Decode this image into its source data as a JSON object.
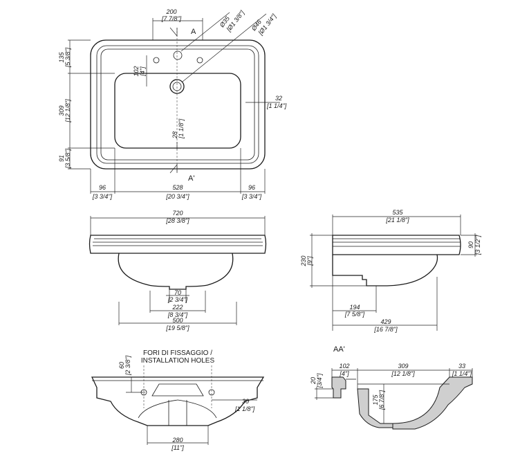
{
  "top_view": {
    "d_200": "200",
    "d_200_in": "[7 7/8\"]",
    "sec_a": "A",
    "sec_a2": "A'",
    "d_35": "Ø35",
    "d_35_in": "[Ø1 3/8\"]",
    "d_46": "Ø46",
    "d_46_in": "[Ø1 3/4\"]",
    "d_102": "102",
    "d_102_in": "[4\"]",
    "d_32": "32",
    "d_32_in": "[1 1/4\"]",
    "d_28": "28",
    "d_28_in": "[1 1/8\"]",
    "d_135": "135",
    "d_135_in": "[5 3/8\"]",
    "d_309": "309",
    "d_309_in": "[12 1/8\"]",
    "d_91": "91",
    "d_91_in": "[3 5/8\"]",
    "d_96a": "96",
    "d_96a_in": "[3 3/4\"]",
    "d_528": "528",
    "d_528_in": "[20 3/4\"]",
    "d_96b": "96",
    "d_96b_in": "[3 3/4\"]"
  },
  "front_view": {
    "d_720": "720",
    "d_720_in": "[28 3/8\"]",
    "d_70": "70",
    "d_70_in": "[2 3/4\"]",
    "d_222": "222",
    "d_222_in": "[8 3/4\"]",
    "d_500": "500",
    "d_500_in": "[19 5/8\"]"
  },
  "side_view": {
    "d_535": "535",
    "d_535_in": "[21 1/8\"]",
    "d_90": "90",
    "d_90_in": "[3 1/2\"]",
    "d_230": "230",
    "d_230_in": "[9\"]",
    "d_194": "194",
    "d_194_in": "[7 5/8\"]",
    "d_429": "429",
    "d_429_in": "[16 7/8\"]"
  },
  "bottom_view": {
    "holes_label_1": "FORI DI FISSAGGIO /",
    "holes_label_2": "INSTALLATION HOLES",
    "d_60": "60",
    "d_60_in": "[2 3/8\"]",
    "d_30": "30",
    "d_30_in": "[1 1/8\"]",
    "d_280": "280",
    "d_280_in": "[11\"]"
  },
  "section_view": {
    "title": "AA'",
    "d_102": "102",
    "d_102_in": "[4\"]",
    "d_309": "309",
    "d_309_in": "[12 1/8\"]",
    "d_33": "33",
    "d_33_in": "[1 1/4\"]",
    "d_20": "20",
    "d_20_in": "[3/4\"]",
    "d_175": "175",
    "d_175_in": "[6 7/8\"]"
  }
}
